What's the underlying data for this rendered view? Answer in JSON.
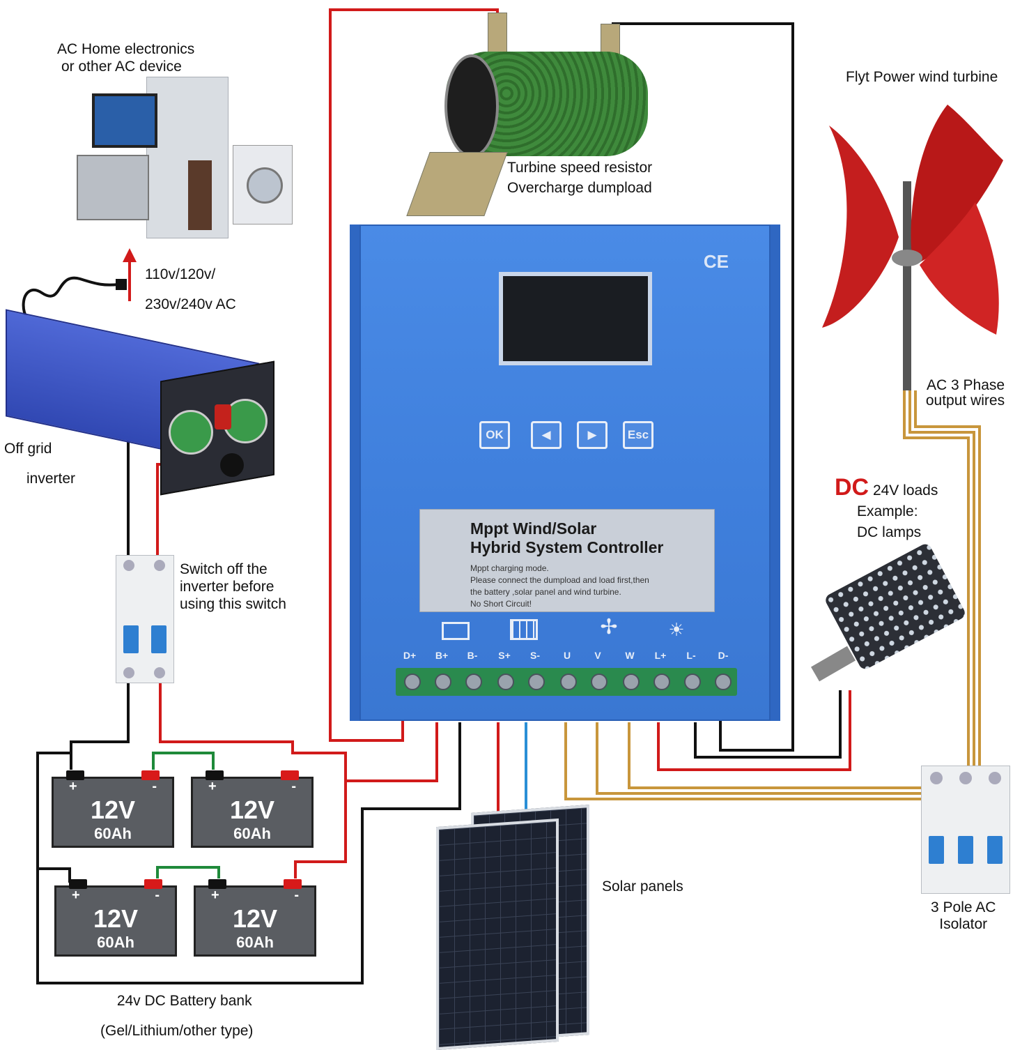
{
  "labels": {
    "ac_devices": [
      "AC Home electronics",
      "or other AC device"
    ],
    "ac_voltage": [
      "110v/120v/",
      "230v/240v AC"
    ],
    "inverter": [
      "Off grid",
      "inverter"
    ],
    "switch_note": [
      "Switch off the",
      "inverter before",
      "using this switch"
    ],
    "battery_bank": [
      "24v DC Battery bank",
      "(Gel/Lithium/other type)"
    ],
    "resistor": [
      "Turbine speed resistor",
      "Overcharge dumpload"
    ],
    "wind_turbine": "Flyt Power wind turbine",
    "ac_output": [
      "AC 3 Phase",
      "output wires"
    ],
    "dc_loads_prefix": "DC",
    "dc_loads": [
      "24V loads",
      "Example:",
      "DC lamps"
    ],
    "solar": "Solar panels",
    "isolator": [
      "3 Pole AC",
      "Isolator"
    ]
  },
  "controller": {
    "ce_mark": "CE",
    "buttons": [
      "OK",
      "◀",
      "▶",
      "Esc"
    ],
    "plate_title": [
      "Mppt Wind/Solar",
      "Hybrid System Controller"
    ],
    "plate_body": [
      "Mppt charging mode.",
      "Please connect the dumpload and load first,then",
      "the battery ,solar panel and wind turbine.",
      "No Short Circuit!"
    ],
    "terminals": [
      "D+",
      "B+",
      "B-",
      "S+",
      "S-",
      "U",
      "V",
      "W",
      "L+",
      "L-",
      "D-"
    ]
  },
  "batteries": [
    {
      "voltage": "12V",
      "capacity": "60Ah",
      "plus": "+",
      "minus": "-"
    },
    {
      "voltage": "12V",
      "capacity": "60Ah",
      "plus": "+",
      "minus": "-"
    },
    {
      "voltage": "12V",
      "capacity": "60Ah",
      "plus": "+",
      "minus": "-"
    },
    {
      "voltage": "12V",
      "capacity": "60Ah",
      "plus": "+",
      "minus": "-"
    }
  ],
  "colors": {
    "wire_red": "#d11a1a",
    "wire_black": "#111111",
    "wire_green": "#1f8a3a",
    "wire_blue": "#2a8fd6",
    "wire_gold": "#c8963c",
    "controller_blue": "#3f7fdc",
    "dc_label_red": "#d11a1a"
  }
}
